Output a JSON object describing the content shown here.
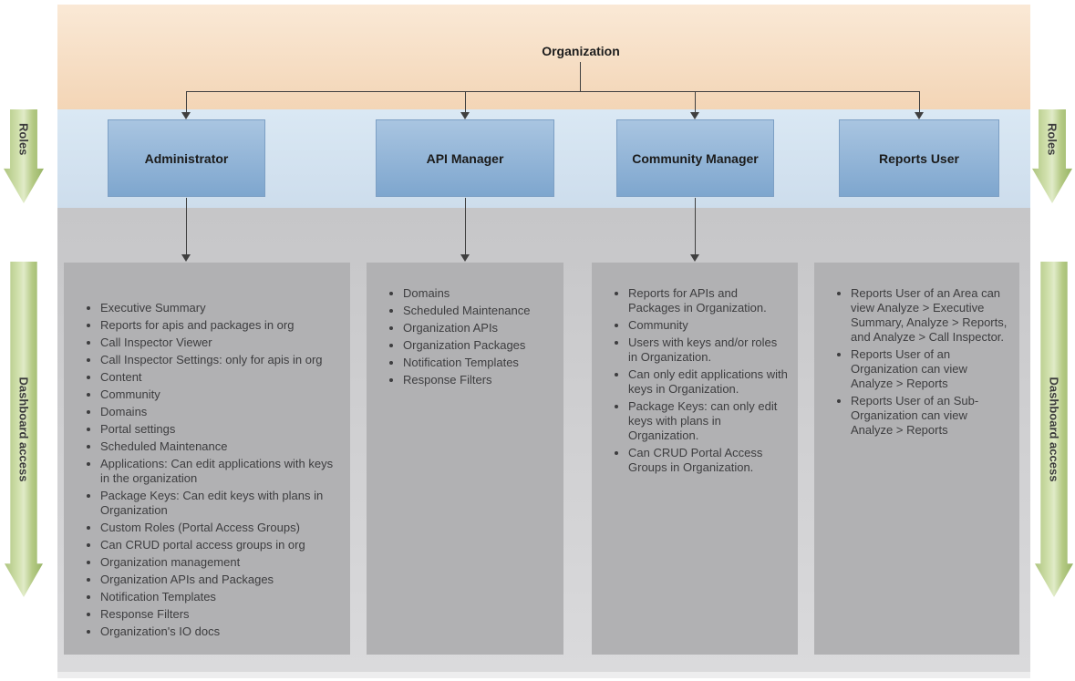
{
  "diagram": {
    "root_label": "Organization",
    "side_labels": {
      "roles": "Roles",
      "dashboard_access": "Dashboard access"
    },
    "roles": [
      {
        "name": "Administrator",
        "items": [
          "Executive Summary",
          "Reports for apis and packages in org",
          "Call Inspector Viewer",
          "Call Inspector Settings: only for apis in org",
          "Content",
          "Community",
          "Domains",
          "Portal settings",
          "Scheduled Maintenance",
          "Applications: Can edit applications with keys in the organization",
          "Package Keys: Can edit keys with plans in Organization",
          "Custom Roles (Portal Access Groups)",
          "Can CRUD portal access groups in org",
          "Organization management",
          "Organization APIs and Packages",
          "Notification Templates",
          "Response Filters",
          "Organization's IO docs"
        ]
      },
      {
        "name": "API Manager",
        "items": [
          "Domains",
          "Scheduled Maintenance",
          "Organization APIs",
          "Organization Packages",
          "Notification Templates",
          "Response Filters"
        ]
      },
      {
        "name": "Community Manager",
        "items": [
          "Reports for APIs and Packages in Organization.",
          "Community",
          "Users with keys and/or roles in Organization.",
          "Can only edit applications with keys in Organization.",
          "Package Keys: can only edit keys with plans in Organization.",
          "Can CRUD Portal Access Groups in Organization."
        ]
      },
      {
        "name": "Reports User",
        "items": [
          "Reports User of an Area can view Analyze > Executive Summary, Analyze > Reports, and Analyze > Call Inspector.",
          "Reports User of an Organization can view Analyze > Reports",
          "Reports User of an Sub-Organization can view Analyze > Reports"
        ]
      }
    ]
  }
}
